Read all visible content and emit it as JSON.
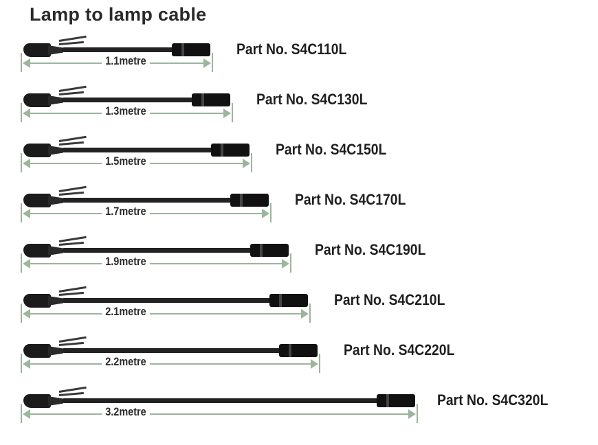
{
  "title": "Lamp to lamp cable",
  "cables": [
    {
      "length_label": "1.1metre",
      "part_label": "Part No. S4C110L",
      "length_m": 1.1
    },
    {
      "length_label": "1.3metre",
      "part_label": "Part No. S4C130L",
      "length_m": 1.3
    },
    {
      "length_label": "1.5metre",
      "part_label": "Part No. S4C150L",
      "length_m": 1.5
    },
    {
      "length_label": "1.7metre",
      "part_label": "Part No. S4C170L",
      "length_m": 1.7
    },
    {
      "length_label": "1.9metre",
      "part_label": "Part No. S4C190L",
      "length_m": 1.9
    },
    {
      "length_label": "2.1metre",
      "part_label": "Part No. S4C210L",
      "length_m": 2.1
    },
    {
      "length_label": "2.2metre",
      "part_label": "Part No. S4C220L",
      "length_m": 2.2
    },
    {
      "length_label": "3.2metre",
      "part_label": "Part No. S4C320L",
      "length_m": 3.2
    }
  ],
  "colors": {
    "cable": "#1b1b1b",
    "dimension": "#9cb59c",
    "text": "#1f1f1f"
  }
}
